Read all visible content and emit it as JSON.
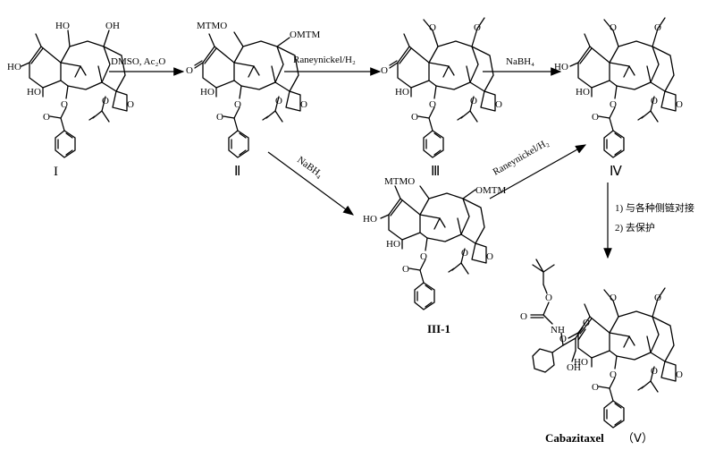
{
  "compounds": {
    "I": {
      "label": "I",
      "sub": {
        "oh_top_left": "HO",
        "oh_top_right": "OH",
        "oh_left": "HO",
        "oh_bottom": "HO"
      }
    },
    "II": {
      "label": "Ⅱ",
      "sub": {
        "top_left": "MTMO",
        "top_right": "OMTM",
        "ketone": "O",
        "oh_bottom": "HO"
      }
    },
    "III": {
      "label": "Ⅲ",
      "sub": {
        "top_left": "O",
        "top_right": "O",
        "ketone": "O",
        "oh_bottom": "HO"
      }
    },
    "IV": {
      "label": "Ⅳ",
      "sub": {
        "top_left": "O",
        "top_right": "O",
        "oh_left": "HO",
        "oh_bottom": "HO"
      }
    },
    "III1": {
      "label": "III-1",
      "sub": {
        "top_left": "MTMO",
        "top_right": "OMTM",
        "oh_left": "HO",
        "oh_bottom": "HO"
      }
    },
    "V": {
      "label_name": "Cabazitaxel",
      "label_num": "（Ⅴ）",
      "sub": {
        "top_left": "O",
        "top_right": "O",
        "oh_bottom": "HO",
        "nh": "NH",
        "oh_side": "OH",
        "o": "O"
      }
    }
  },
  "common_atoms": {
    "oxygen": "O",
    "acetyl_o": "O"
  },
  "conditions": {
    "step1": "DMSO, Ac₂O",
    "step2": "Raneynickel/H₂",
    "step3": "NaBH₄",
    "step4": "NaBH₄",
    "step5": "Raneynickel/H₂",
    "step6_line1": "1) 与各种侧链对接",
    "step6_line2": "2) 去保护"
  }
}
